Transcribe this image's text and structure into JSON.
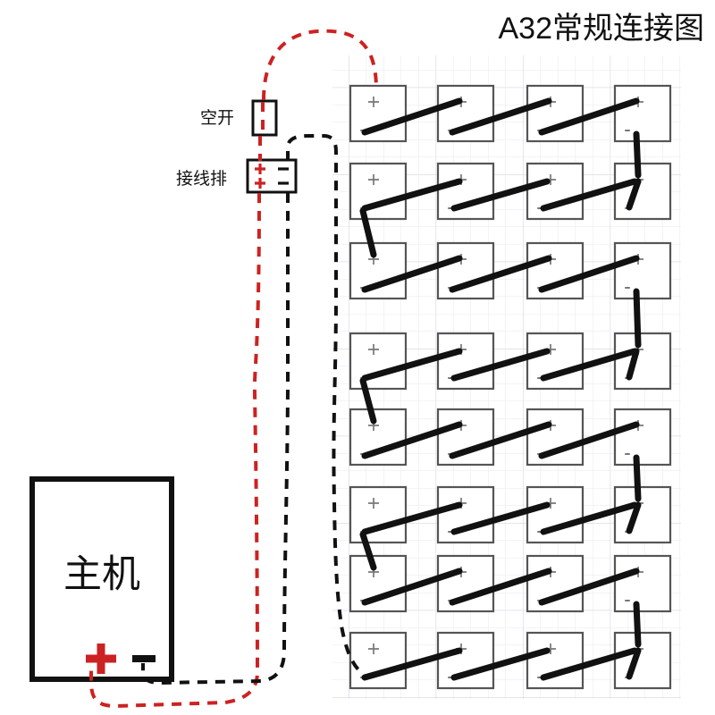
{
  "title": "A32常规连接图",
  "labels": {
    "breaker": "空开",
    "terminal_block": "接线排",
    "host": "主机"
  },
  "colors": {
    "positive": "#cc2222",
    "negative": "#111111",
    "cell_stroke": "#555555",
    "grid_minor": "#e8e8ee",
    "grid_major": "#d8d8e2",
    "wire_link": "#111111"
  },
  "symbols": {
    "plus": "+",
    "minus": "−"
  },
  "host": {
    "name": "主机",
    "terminals": [
      {
        "polarity": "+",
        "symbol": "+",
        "color": "#cc2222"
      },
      {
        "polarity": "-",
        "symbol": "−",
        "color": "#111111"
      }
    ]
  },
  "terminal_block": {
    "name": "接线排",
    "rows": [
      {
        "left": "+",
        "right": "−"
      },
      {
        "left": "+",
        "right": "−"
      }
    ]
  },
  "breaker": {
    "name": "空开",
    "poles": 1
  },
  "battery_pack": {
    "cell_count": 32,
    "rows": 8,
    "columns": 4,
    "group_break_after_row": 4,
    "cell_terminals": {
      "top": "+",
      "bottom": "−"
    },
    "series_link_style": "diagonal"
  },
  "wires": [
    {
      "name": "host-positive-to-breaker",
      "color": "#cc2222",
      "style": "dashed",
      "polarity": "+"
    },
    {
      "name": "breaker-to-pack-first-positive",
      "color": "#cc2222",
      "style": "dashed",
      "polarity": "+"
    },
    {
      "name": "host-negative-to-terminal-block",
      "color": "#111111",
      "style": "dashed",
      "polarity": "-"
    },
    {
      "name": "terminal-block-to-pack-last-negative",
      "color": "#111111",
      "style": "dashed",
      "polarity": "-"
    }
  ]
}
